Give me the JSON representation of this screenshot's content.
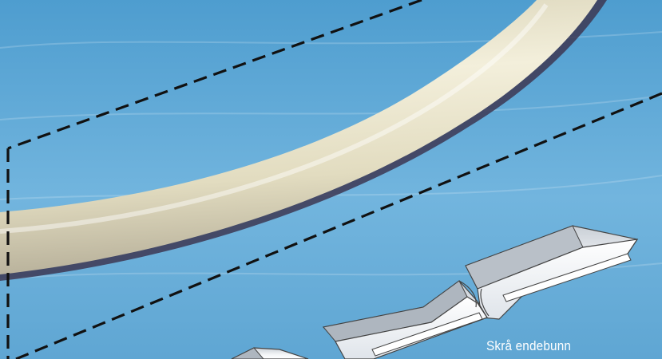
{
  "diagram": {
    "caption": "Skrå endebunn"
  },
  "colors": {
    "background": "#6db1db",
    "hoop": "#e9e3c6",
    "hoop_shadow": "#3f3a52",
    "dashed_line": "#111111",
    "gutter": "#ffffff"
  },
  "icons": {
    "hoop": "curved-pipe-hoop",
    "gutter": "half-pipe-gutter-segment"
  }
}
